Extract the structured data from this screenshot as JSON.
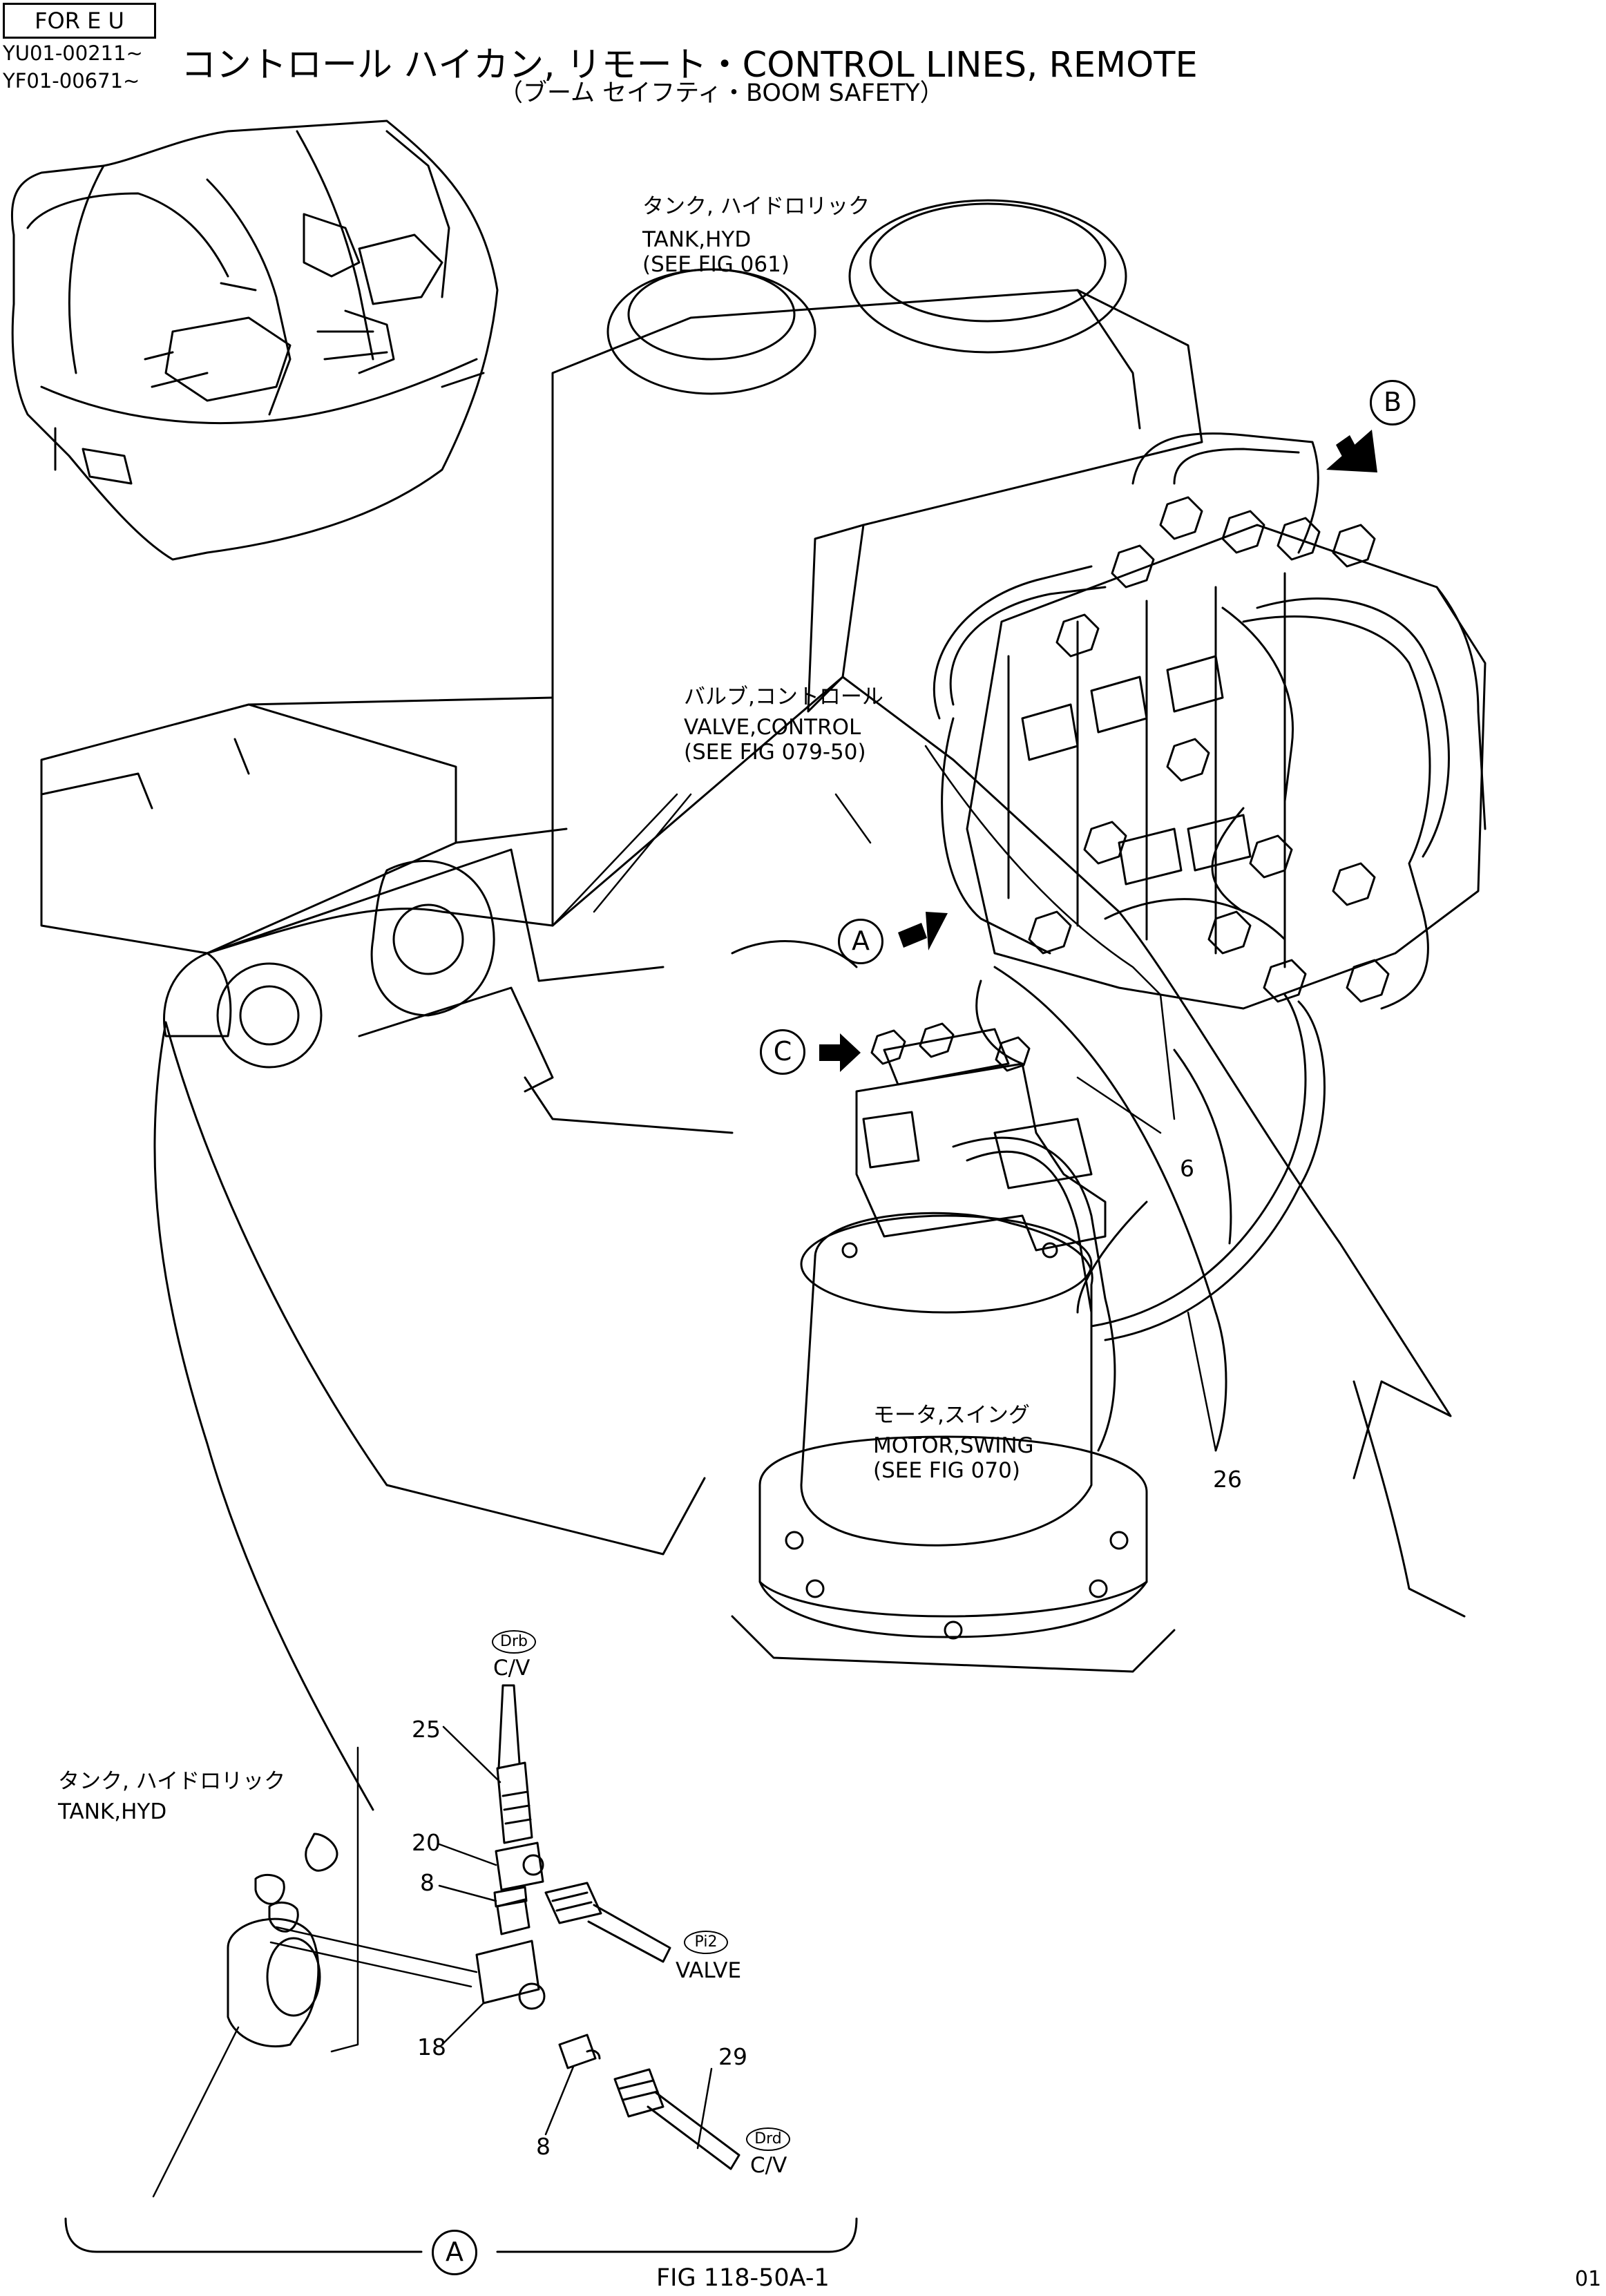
{
  "header": {
    "badge": "FOR E U",
    "serial_1": "YU01-00211~",
    "serial_2": "YF01-00671~",
    "title": "コントロール ハイカン,  リモート・CONTROL LINES, REMOTE",
    "subtitle": "（ブーム セイフティ・BOOM SAFETY）"
  },
  "labels": {
    "tank_jp": "タンク, ハイドロリック",
    "tank_en": "TANK,HYD",
    "tank_ref": "(SEE FIG 061)",
    "valve_jp": "バルブ,コントロール",
    "valve_en": "VALVE,CONTROL",
    "valve_ref": "(SEE FIG 079-50)",
    "motor_jp": "モータ,スイング",
    "motor_en": "MOTOR,SWING",
    "motor_ref": "(SEE FIG 070)",
    "detail_tank_jp": "タンク, ハイドロリック",
    "detail_tank_en": "TANK,HYD",
    "cv_top": "C/V",
    "valve_side": "VALVE",
    "cv_bottom": "C/V"
  },
  "ports": {
    "drb": "Drb",
    "pi2": "Pi2",
    "drd": "Drd"
  },
  "view_markers": {
    "a": "A",
    "b": "B",
    "c": "C",
    "detail": "A"
  },
  "part_numbers": {
    "p6": "6",
    "p26": "26",
    "p25": "25",
    "p20": "20",
    "p8a": "8",
    "p18": "18",
    "p8b": "8",
    "p29": "29"
  },
  "footer": {
    "figure": "FIG 118-50A-1",
    "page": "01"
  }
}
